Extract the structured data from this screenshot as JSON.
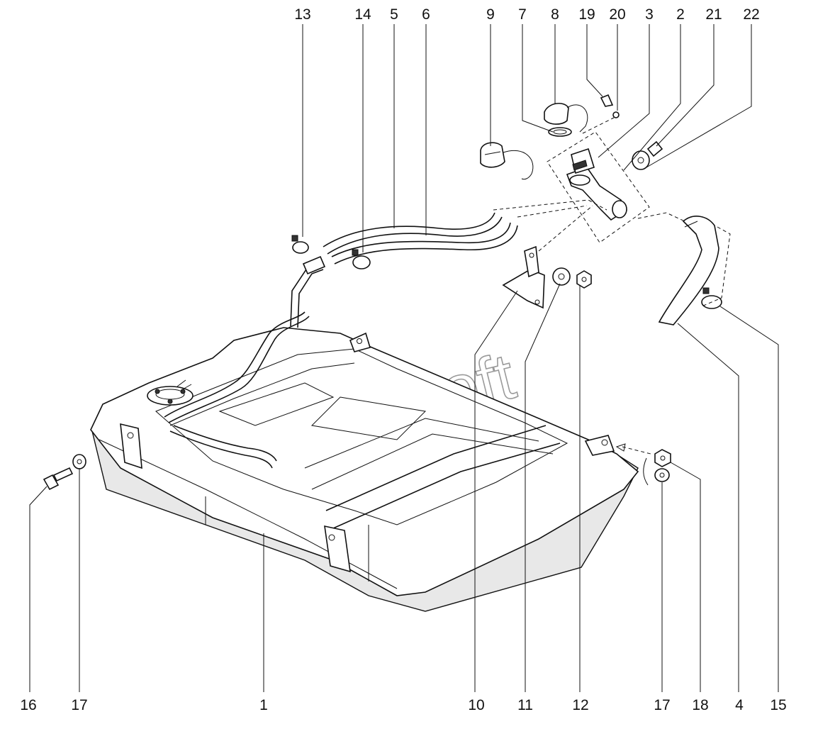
{
  "watermark": "AutoSoft",
  "callouts_top": [
    "13",
    "14",
    "5",
    "6",
    "9",
    "7",
    "8",
    "19",
    "20",
    "3",
    "2",
    "21",
    "22"
  ],
  "callouts_bottom": [
    "16",
    "17",
    "1",
    "10",
    "11",
    "12",
    "17",
    "18",
    "4",
    "15"
  ]
}
